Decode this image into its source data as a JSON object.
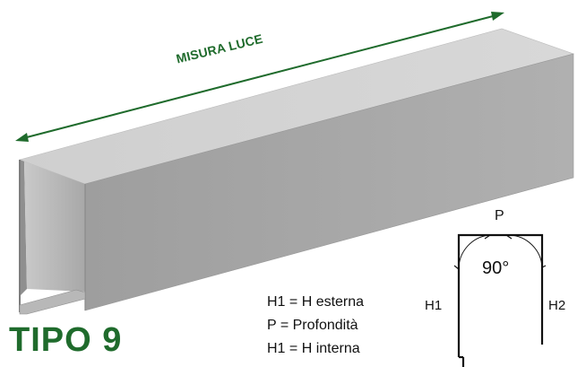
{
  "dimension_label": "MISURA LUCE",
  "type_label": "TIPO 9",
  "legend": [
    "H1 = H esterna",
    "P = Profondità",
    "H1 = H interna"
  ],
  "section": {
    "depth_label": "P",
    "angle_label": "90°",
    "left_height_label": "H1",
    "right_height_label": "H2"
  },
  "colors": {
    "accent_green": "#1f6b2c",
    "metal_top": "#d2d2d2",
    "metal_side": "#a9a9a9",
    "metal_inner": "#bdbdbd"
  }
}
